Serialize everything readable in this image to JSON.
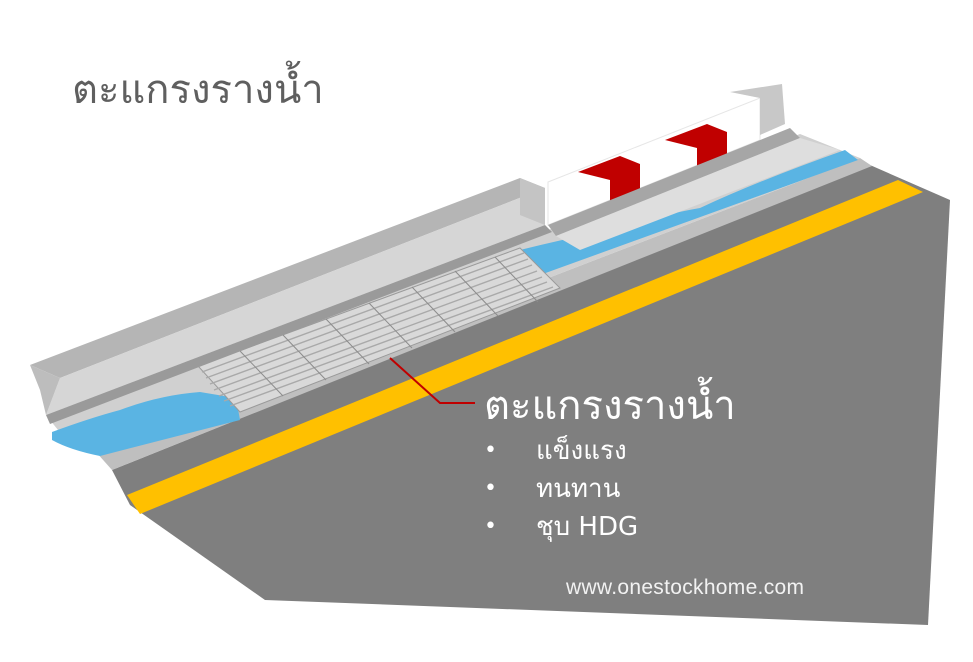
{
  "page": {
    "title": "ตะแกรงรางน้ำ",
    "website": "www.onestockhome.com"
  },
  "callout": {
    "title": "ตะแกรงรางน้ำ",
    "features": [
      {
        "bullet": "•",
        "label": "แข็งแรง"
      },
      {
        "bullet": "•",
        "label": "ทนทาน"
      },
      {
        "bullet": "•",
        "label": "ชุบ HDG"
      }
    ],
    "pointer_color": "#c00000"
  },
  "illustration": {
    "elements": [
      "curb",
      "warning-barrier",
      "water-channel",
      "steel-grating",
      "road",
      "yellow-lane-line"
    ],
    "colors": {
      "road": "#7f7f7f",
      "lane_line": "#ffc000",
      "water": "#5ab4e3",
      "curb_top": "#c8c8c8",
      "curb_face": "#a6a6a6",
      "barrier_red": "#c00000",
      "barrier_white": "#ffffff",
      "grating": "#d9d9d9"
    }
  }
}
